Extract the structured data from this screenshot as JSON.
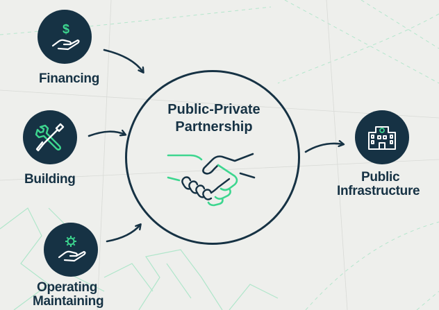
{
  "diagram": {
    "center": {
      "line1": "Public-Private",
      "line2": "Partnership",
      "icon": "handshake-icon"
    },
    "inputs": [
      {
        "label": "Financing",
        "icon": "hand-dollar-icon"
      },
      {
        "label": "Building",
        "icon": "wrench-screwdriver-icon"
      },
      {
        "label_line1": "Operating",
        "label_line2": "Maintaining",
        "icon": "hand-gear-icon"
      }
    ],
    "output": {
      "line1": "Public",
      "line2": "Infrastructure",
      "icon": "building-icon"
    }
  },
  "colors": {
    "navy": "#163244",
    "green": "#3dd68f",
    "background": "#eeefec"
  }
}
